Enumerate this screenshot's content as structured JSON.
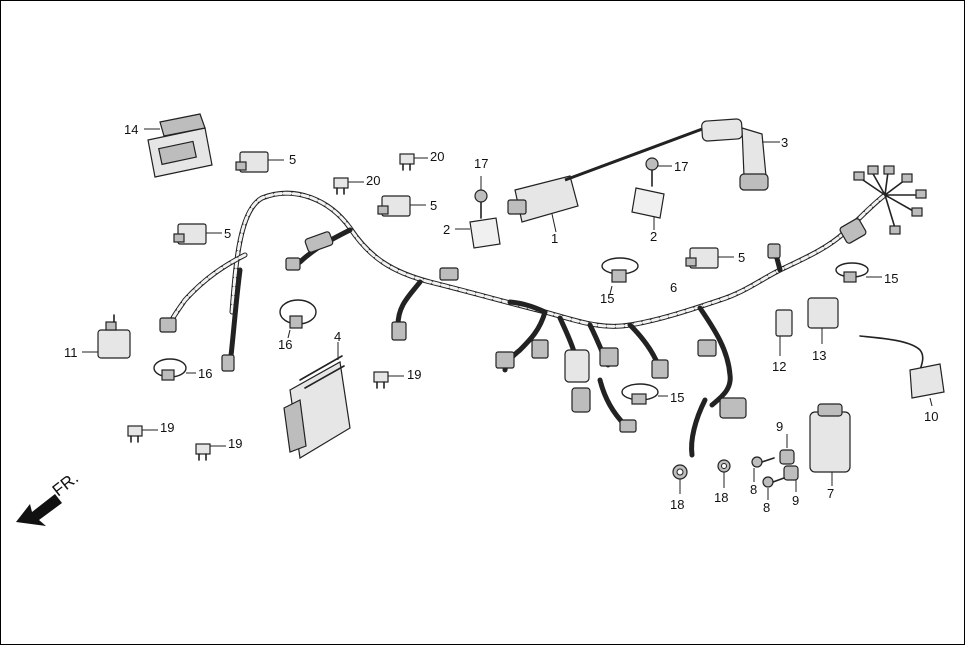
{
  "labels": {
    "p1": "1",
    "p2a": "2",
    "p2b": "2",
    "p3": "3",
    "p4": "4",
    "p5a": "5",
    "p5b": "5",
    "p5c": "5",
    "p5d": "5",
    "p6": "6",
    "p7": "7",
    "p8a": "8",
    "p8b": "8",
    "p9a": "9",
    "p9b": "9",
    "p10": "10",
    "p11": "11",
    "p12": "12",
    "p13": "13",
    "p14": "14",
    "p15a": "15",
    "p15b": "15",
    "p15c": "15",
    "p16a": "16",
    "p16b": "16",
    "p17a": "17",
    "p17b": "17",
    "p18a": "18",
    "p18b": "18",
    "p19a": "19",
    "p19b": "19",
    "p19c": "19",
    "p20a": "20",
    "p20b": "20"
  },
  "direction": {
    "text": "FR."
  }
}
